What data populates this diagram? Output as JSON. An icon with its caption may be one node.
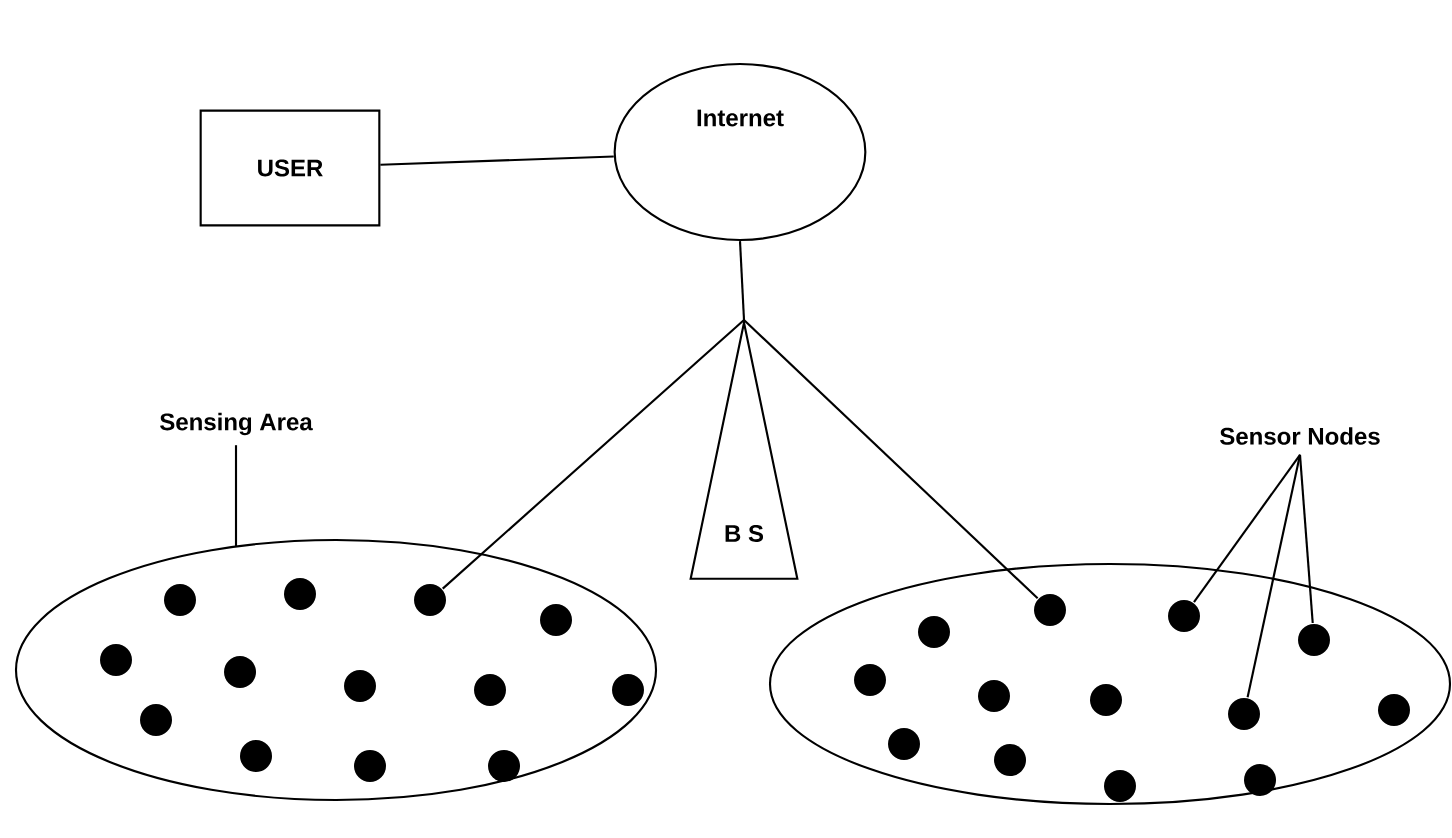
{
  "diagram": {
    "nodes": [
      {
        "text": [
          "USER"
        ]
      },
      {
        "text": [
          "Internet"
        ]
      },
      {
        "text": [
          "Sensing Area"
        ]
      },
      {
        "text": [
          "B S"
        ]
      },
      {
        "text": [
          "Sensor Nodes"
        ]
      },
      {
        "text": [],
        "shape": "ellipse"
      },
      {
        "text": [],
        "shape": "circle",
        "in": 5
      },
      {
        "text": [],
        "shape": "circle",
        "in": 5
      },
      {
        "text": [],
        "shape": "circle",
        "in": 5
      },
      {
        "text": [],
        "shape": "circle",
        "in": 5
      },
      {
        "text": [],
        "shape": "circle",
        "in": 5
      },
      {
        "text": [],
        "shape": "circle",
        "in": 5
      },
      {
        "text": [],
        "shape": "circle",
        "in": 5
      },
      {
        "text": [],
        "shape": "circle",
        "in": 5
      },
      {
        "text": [],
        "shape": "circle",
        "in": 5
      },
      {
        "text": [],
        "shape": "circle",
        "in": 5
      },
      {
        "text": [],
        "shape": "circle",
        "in": 5
      },
      {
        "text": [],
        "shape": "circle",
        "in": 5
      },
      {
        "text": [],
        "shape": "circle",
        "in": 5
      },
      {
        "text": [],
        "shape": "ellipse"
      },
      {
        "text": [],
        "shape": "circle",
        "in": 19
      },
      {
        "text": [],
        "shape": "circle",
        "in": 19
      },
      {
        "text": [],
        "shape": "circle",
        "in": 19
      },
      {
        "text": [],
        "shape": "circle",
        "in": 19
      },
      {
        "text": [],
        "shape": "circle",
        "in": 19
      },
      {
        "text": [],
        "shape": "circle",
        "in": 19
      },
      {
        "text": [],
        "shape": "circle",
        "in": 19
      },
      {
        "text": [],
        "shape": "circle",
        "in": 19
      },
      {
        "text": [],
        "shape": "circle",
        "in": 19
      },
      {
        "text": [],
        "shape": "circle",
        "in": 19
      },
      {
        "text": [],
        "shape": "circle",
        "in": 19
      },
      {
        "text": [],
        "shape": "circle",
        "in": 19
      },
      {
        "text": [],
        "shape": "circle",
        "in": 19
      }
    ],
    "edges": [
      {
        "from": 0,
        "to": 1,
        "arrow": "none"
      },
      {
        "from": 1,
        "to": 3,
        "arrow": "none"
      },
      {
        "from": 3,
        "to": 14,
        "arrow": "none"
      },
      {
        "from": 3,
        "to": 25,
        "arrow": "none"
      },
      {
        "from": 2,
        "to": 5,
        "arrow": "none"
      },
      {
        "from": 4,
        "to": 28,
        "arrow": "none"
      },
      {
        "from": 4,
        "to": 29,
        "arrow": "none"
      },
      {
        "from": 4,
        "to": 31,
        "arrow": "none"
      }
    ]
  }
}
